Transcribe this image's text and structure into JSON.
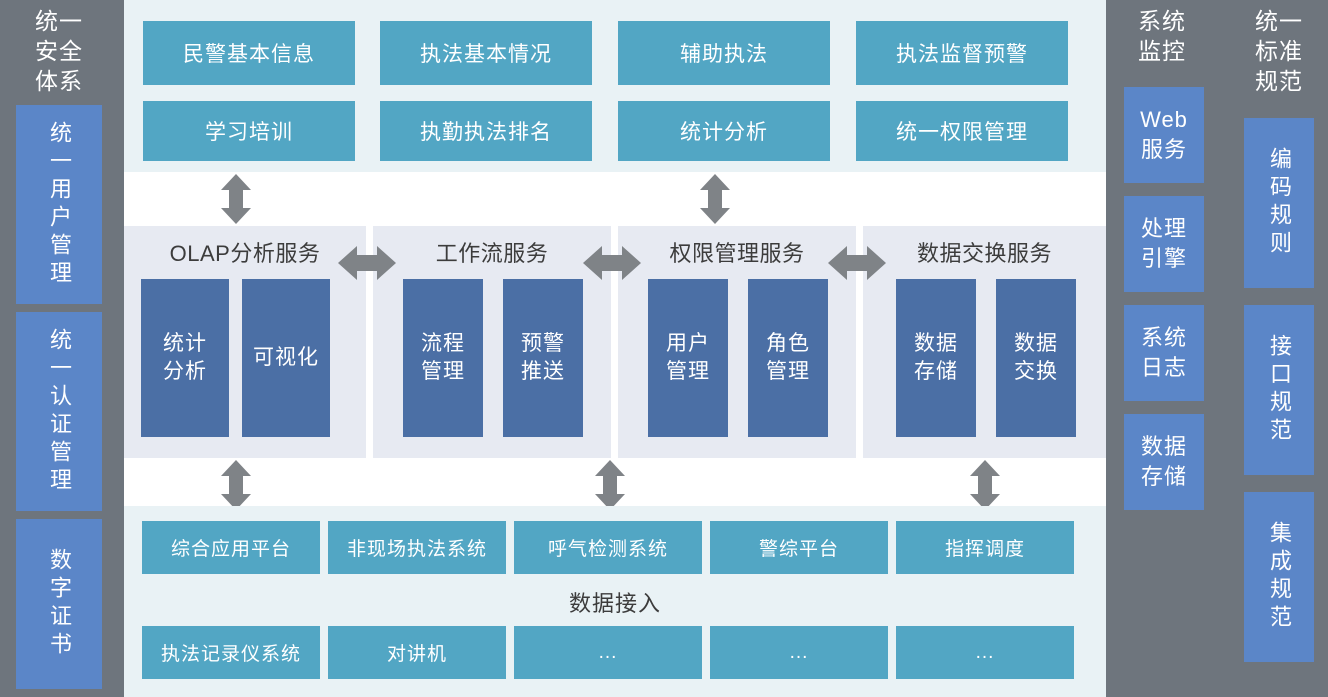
{
  "left_sidebar": {
    "title": "统一\n安全\n体系",
    "items": [
      {
        "label": "统一用户管理"
      },
      {
        "label": "统一认证管理"
      },
      {
        "label": "数字证书"
      }
    ]
  },
  "application_layer": {
    "rows": [
      [
        {
          "label": "民警基本信息"
        },
        {
          "label": "执法基本情况"
        },
        {
          "label": "辅助执法"
        },
        {
          "label": "执法监督预警"
        }
      ],
      [
        {
          "label": "学习培训"
        },
        {
          "label": "执勤执法排名"
        },
        {
          "label": "统计分析"
        },
        {
          "label": "统一权限管理"
        }
      ]
    ]
  },
  "service_layer": {
    "panels": [
      {
        "title": "OLAP分析服务",
        "tiles": [
          {
            "label": "统计\n分析"
          },
          {
            "label": "可视化"
          }
        ]
      },
      {
        "title": "工作流服务",
        "tiles": [
          {
            "label": "流程\n管理"
          },
          {
            "label": "预警\n推送"
          }
        ]
      },
      {
        "title": "权限管理服务",
        "tiles": [
          {
            "label": "用户\n管理"
          },
          {
            "label": "角色\n管理"
          }
        ]
      },
      {
        "title": "数据交换服务",
        "tiles": [
          {
            "label": "数据\n存储"
          },
          {
            "label": "数据\n交换"
          }
        ]
      }
    ]
  },
  "data_layer": {
    "center_label": "数据接入",
    "top_row": [
      {
        "label": "综合应用平台"
      },
      {
        "label": "非现场执法系统"
      },
      {
        "label": "呼气检测系统"
      },
      {
        "label": "警综平台"
      },
      {
        "label": "指挥调度"
      }
    ],
    "bottom_row": [
      {
        "label": "执法记录仪系统"
      },
      {
        "label": "对讲机"
      },
      {
        "label": "..."
      },
      {
        "label": "..."
      },
      {
        "label": "..."
      }
    ]
  },
  "monitor_sidebar": {
    "title": "系统\n监控",
    "items": [
      {
        "label": "Web\n服务"
      },
      {
        "label": "处理\n引擎"
      },
      {
        "label": "系统\n日志"
      },
      {
        "label": "数据\n存储"
      }
    ]
  },
  "standard_sidebar": {
    "title": "统一\n标准\n规范",
    "items": [
      {
        "label": "编码规则"
      },
      {
        "label": "接口规范"
      },
      {
        "label": "集成规范"
      }
    ]
  },
  "colors": {
    "background_gray": "#6E757D",
    "sidebar_blue": "#5B86C8",
    "tile_teal": "#52A6C4",
    "service_tile_blue": "#4B6FA5",
    "app_panel_bg": "#E9F2F5",
    "service_panel_bg": "#E7EAF2",
    "arrow_gray": "#7F8387"
  }
}
